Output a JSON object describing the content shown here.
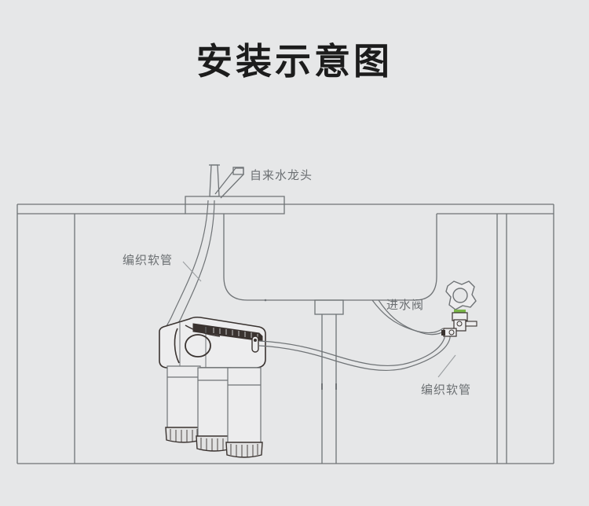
{
  "page": {
    "title": "安装示意图",
    "background_color": "#e6e7e8",
    "title_color": "#1c1c1c",
    "line_color": "#6f7376",
    "label_color": "#6b6f72",
    "accent_color": "#7ab648",
    "dark_color": "#3a3330"
  },
  "labels": {
    "faucet": "自来水龙头",
    "hose_left": "编织软管",
    "valve": "进水阀",
    "hose_right": "编织软管"
  },
  "diagram": {
    "type": "installation-schematic",
    "components": [
      {
        "name": "faucet",
        "label": "自来水龙头"
      },
      {
        "name": "countertop",
        "label": ""
      },
      {
        "name": "sink-basin",
        "label": ""
      },
      {
        "name": "drain-pipe",
        "label": ""
      },
      {
        "name": "braided-hose-inlet",
        "label": "编织软管"
      },
      {
        "name": "water-purifier",
        "label": ""
      },
      {
        "name": "filter-cartridge-1",
        "label": ""
      },
      {
        "name": "filter-cartridge-2",
        "label": ""
      },
      {
        "name": "filter-cartridge-3",
        "label": ""
      },
      {
        "name": "braided-hose-supply",
        "label": "编织软管"
      },
      {
        "name": "inlet-valve",
        "label": "进水阀"
      },
      {
        "name": "cabinet",
        "label": ""
      }
    ]
  }
}
